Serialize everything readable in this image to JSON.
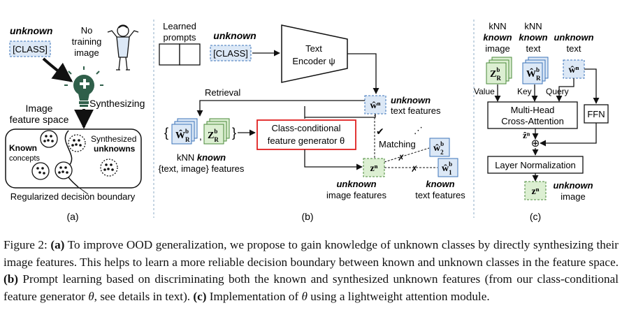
{
  "panel_a": {
    "unknown": "unknown",
    "class_token": "[CLASS]",
    "no_training_image": [
      "No",
      "training",
      "image"
    ],
    "synthesizing": "Synthesizing",
    "image_feature_space": [
      "Image",
      "feature space"
    ],
    "synthesized_unknowns": [
      "Synthesized",
      "unknowns"
    ],
    "known_concepts": [
      "Known",
      "concepts"
    ],
    "regularized_boundary": "Regularized decision boundary",
    "label": "(a)"
  },
  "panel_b": {
    "learned_prompts": [
      "Learned",
      "prompts"
    ],
    "unknown": "unknown",
    "class_token": "[CLASS]",
    "text_encoder": [
      "Text",
      "Encoder ψ"
    ],
    "retrieval": "Retrieval",
    "w_n": "ŵⁿ",
    "unknown_text_features": [
      "unknown",
      "text features"
    ],
    "brace_open": "{",
    "brace_close": "}",
    "comma": ",",
    "w_R_b": "Ŵ",
    "z_R_b": "Z",
    "sup_b": "b",
    "sub_R": "R",
    "knn_known": [
      "kNN known",
      "{text, image} features"
    ],
    "generator": [
      "Class-conditional",
      "feature generator θ"
    ],
    "check": "✔",
    "dots": "⋰",
    "matching": "Matching",
    "cross_mark": "✗",
    "w2": "ŵ",
    "w1": "ŵ",
    "sub_2": "2",
    "sub_1": "1",
    "z_n": "zⁿ",
    "unknown_image_features": [
      "unknown",
      "image features"
    ],
    "known_text_features": [
      "known",
      "text features"
    ],
    "label": "(b)"
  },
  "panel_c": {
    "col1": [
      "kNN",
      "known",
      "image"
    ],
    "col2": [
      "kNN",
      "known",
      "text"
    ],
    "col3": [
      "unknown",
      "text"
    ],
    "z_R_b": "Z",
    "w_R_b": "Ŵ",
    "sup_b": "b",
    "sub_R": "R",
    "w_n": "ŵⁿ",
    "value": "Value",
    "key": "Key",
    "query": "Query",
    "mhca": [
      "Multi-Head",
      "Cross-Attention"
    ],
    "ffn": "FFN",
    "z_hat_n": "ẑⁿ",
    "oplus": "⊕",
    "layer_norm": "Layer Normalization",
    "z_n": "zⁿ",
    "unknown_image": [
      "unknown",
      "image"
    ],
    "label": "(c)"
  },
  "caption": {
    "fig": "Figure 2: ",
    "a": "(a)",
    "t1": " To improve OOD generalization, we propose to gain knowledge of unknown classes by directly synthesizing their image features. This helps to learn a more reliable decision boundary between known and unknown classes in the feature space. ",
    "b": "(b)",
    "t2": " Prompt learning based on discriminating both the known and synthesized unknown features (from our class-conditional feature generator ",
    "theta": "θ",
    "t3": ", see details in text). ",
    "c": "(c)",
    "t4": " Implementation of ",
    "theta2": "θ",
    "t5": " using a lightweight attention module."
  },
  "colors": {
    "blue_fill": "#dce8f6",
    "blue_border": "#3b73b9",
    "green_fill": "#dcefd2",
    "green_border": "#4a8a3a",
    "generator_border": "#e02020",
    "bulb": "#2f5f4a",
    "divider": "#9fb9cf"
  }
}
